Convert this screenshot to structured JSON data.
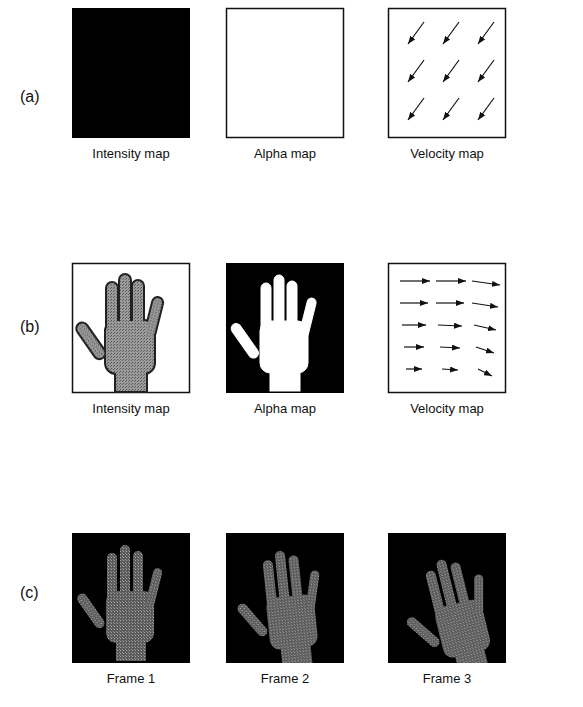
{
  "diagram": {
    "nodes": [
      {
        "text": [
          "Intensity map"
        ]
      },
      {
        "text": [
          "Alpha map"
        ]
      },
      {
        "text": [
          "Velocity map"
        ]
      },
      {
        "text": [
          "Intensity map"
        ]
      },
      {
        "text": [
          "Alpha map"
        ]
      },
      {
        "text": [
          "Velocity map"
        ]
      },
      {
        "text": [
          "Frame 1"
        ]
      },
      {
        "text": [
          "Frame 2"
        ]
      },
      {
        "text": [
          "Frame 3"
        ]
      }
    ],
    "labels": [
      "(a)",
      "(b)",
      "(c)"
    ]
  }
}
